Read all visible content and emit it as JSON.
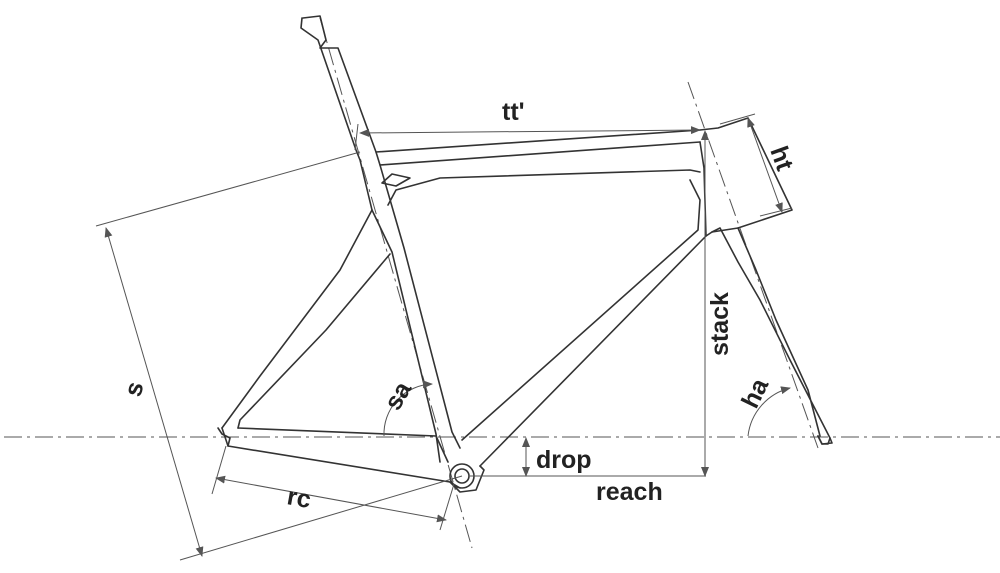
{
  "labels": {
    "tt": "tt'",
    "ht": "ht",
    "stack": "stack",
    "s": "s",
    "sa": "sa",
    "ha": "ha",
    "drop": "drop",
    "reach": "reach",
    "rc": "rc"
  },
  "colors": {
    "frame": "#333333",
    "dimension": "#555555",
    "text": "#222222",
    "background": "#ffffff"
  }
}
